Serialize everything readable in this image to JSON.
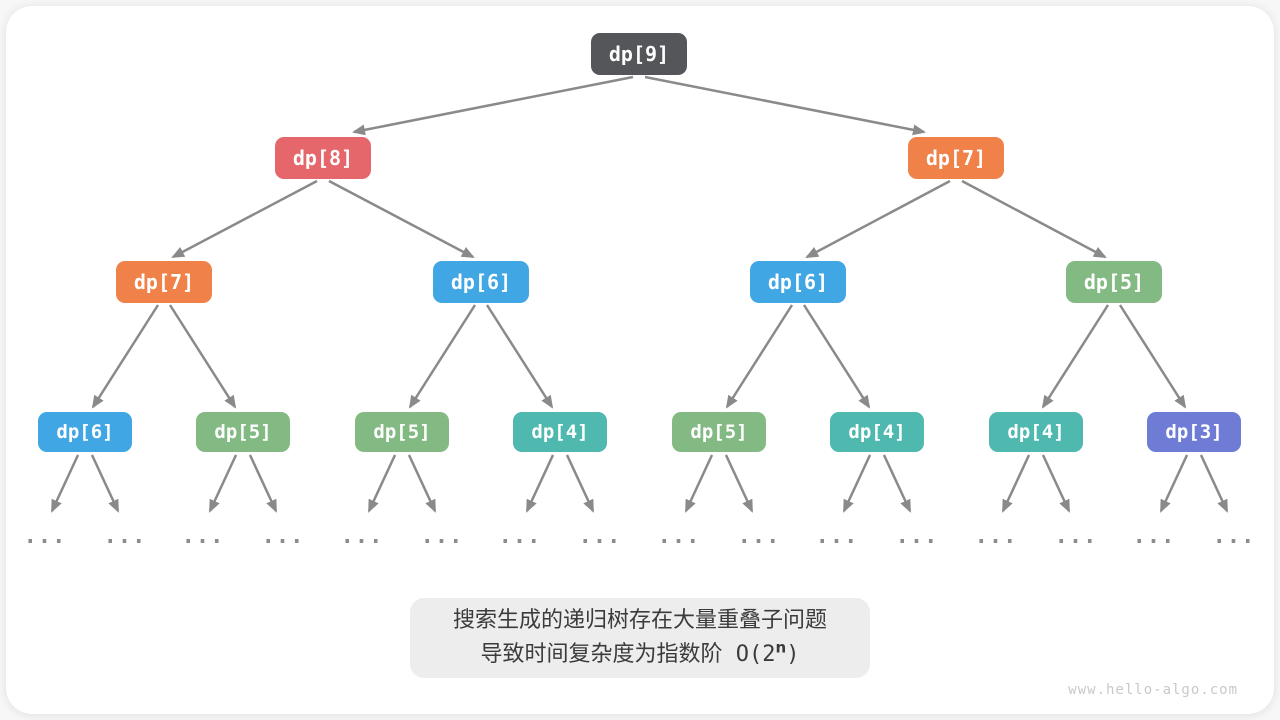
{
  "palette": {
    "node_dark": "#54565a",
    "node_red": "#e5676b",
    "node_orange": "#ef8149",
    "node_blue": "#41a6e4",
    "node_green": "#83ba83",
    "node_teal": "#4fb9b0",
    "node_purple": "#6e7cd5",
    "edge_gray": "#8a8a8a",
    "caption_bg": "#ededed",
    "caption_text": "#3b3b3b"
  },
  "tree": {
    "ellipsis": "...",
    "levels": [
      {
        "nodes": [
          {
            "label": "dp[9]",
            "color": "dark"
          }
        ]
      },
      {
        "nodes": [
          {
            "label": "dp[8]",
            "color": "red"
          },
          {
            "label": "dp[7]",
            "color": "orange"
          }
        ]
      },
      {
        "nodes": [
          {
            "label": "dp[7]",
            "color": "orange"
          },
          {
            "label": "dp[6]",
            "color": "blue"
          },
          {
            "label": "dp[6]",
            "color": "blue"
          },
          {
            "label": "dp[5]",
            "color": "green"
          }
        ]
      },
      {
        "nodes": [
          {
            "label": "dp[6]",
            "color": "blue"
          },
          {
            "label": "dp[5]",
            "color": "green"
          },
          {
            "label": "dp[5]",
            "color": "green"
          },
          {
            "label": "dp[4]",
            "color": "teal"
          },
          {
            "label": "dp[5]",
            "color": "green"
          },
          {
            "label": "dp[4]",
            "color": "teal"
          },
          {
            "label": "dp[4]",
            "color": "teal"
          },
          {
            "label": "dp[3]",
            "color": "purple"
          }
        ]
      }
    ]
  },
  "caption": {
    "line1": "搜索生成的递归树存在大量重叠子问题",
    "line2_prefix": "导致时间复杂度为指数阶 O(2",
    "line2_sup": "n",
    "line2_suffix": ")"
  },
  "watermark": "www.hello-algo.com"
}
